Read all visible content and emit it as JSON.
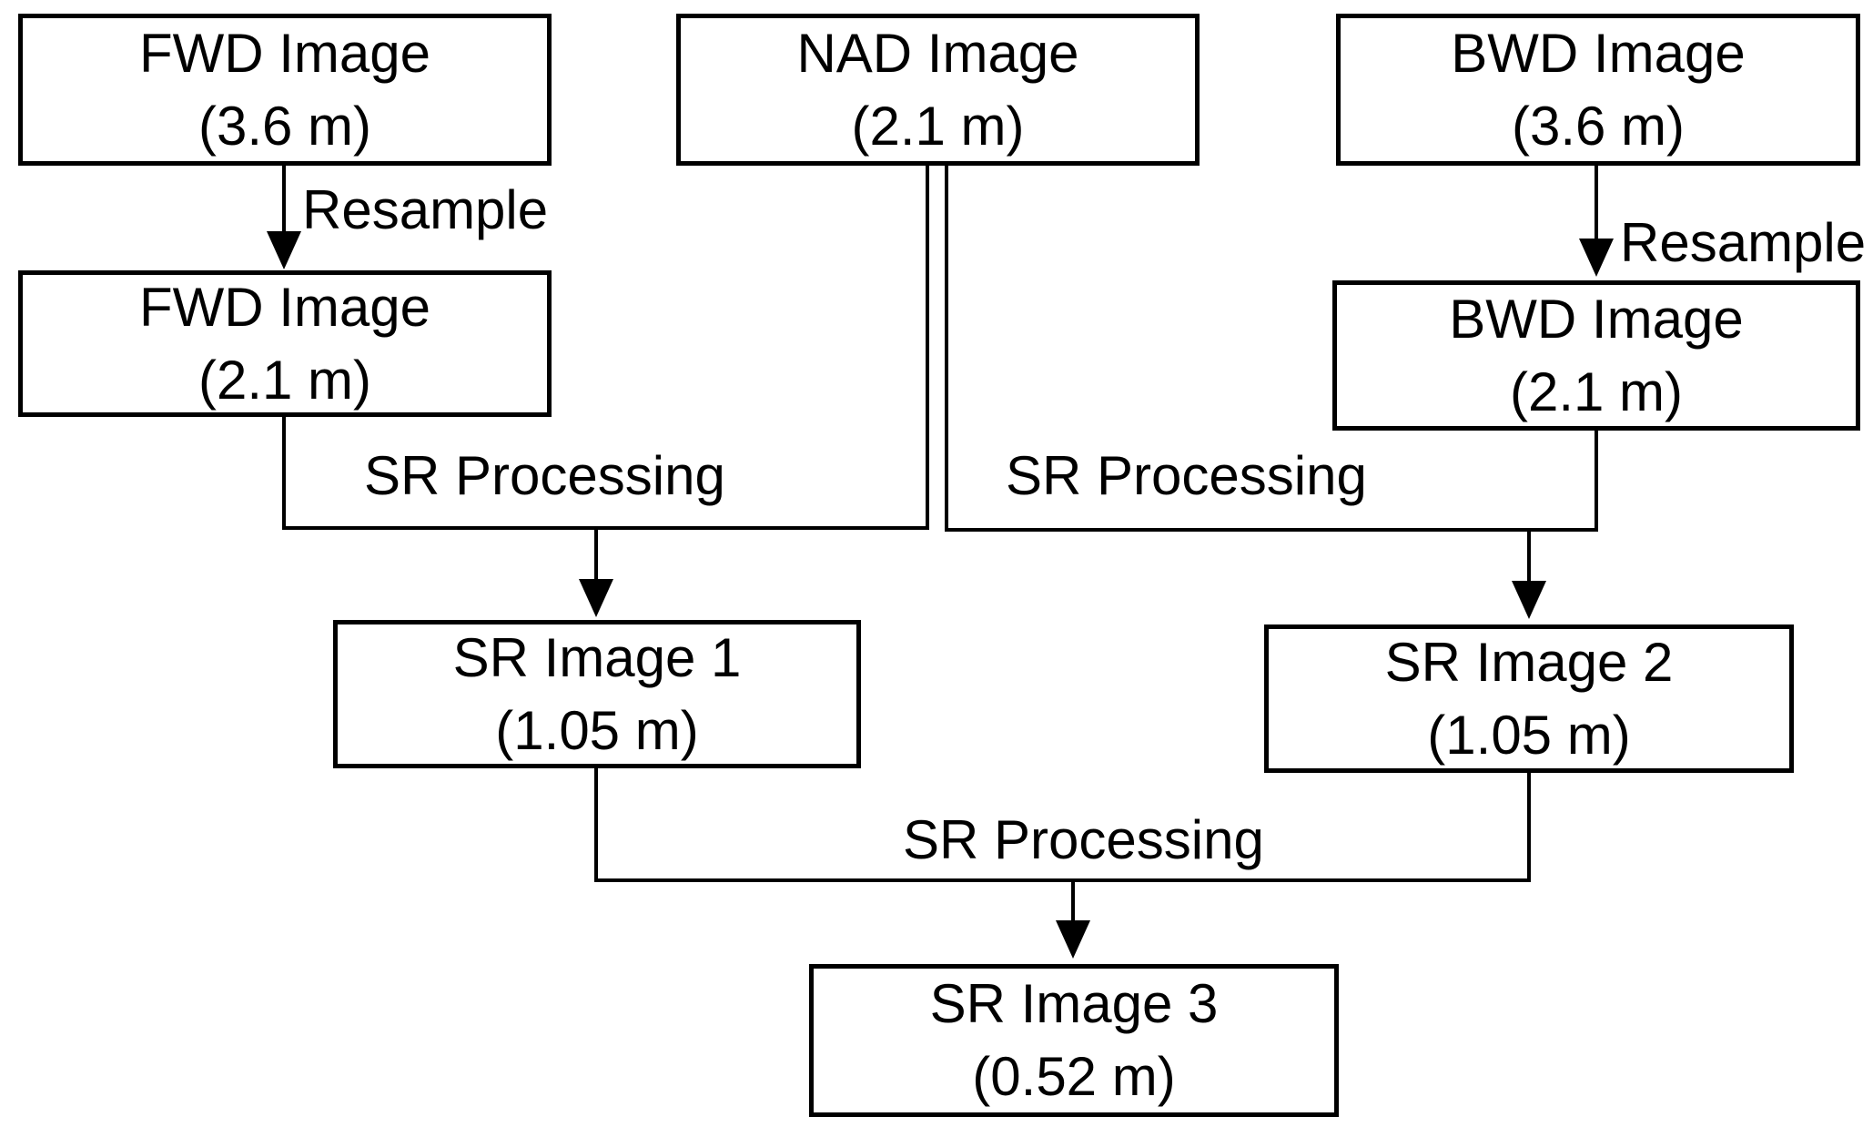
{
  "diagram": {
    "type": "flowchart",
    "background_color": "#ffffff",
    "line_color": "#000000",
    "text_color": "#000000"
  },
  "nodes": {
    "fwd_source": {
      "line1": "FWD Image",
      "line2": "(3.6 m)"
    },
    "nad_source": {
      "line1": "NAD Image",
      "line2": "(2.1 m)"
    },
    "bwd_source": {
      "line1": "BWD Image",
      "line2": "(3.6 m)"
    },
    "fwd_resampled": {
      "line1": "FWD Image",
      "line2": "(2.1 m)"
    },
    "bwd_resampled": {
      "line1": "BWD Image",
      "line2": "(2.1 m)"
    },
    "sr_image_1": {
      "line1": "SR Image 1",
      "line2": "(1.05 m)"
    },
    "sr_image_2": {
      "line1": "SR Image 2",
      "line2": "(1.05 m)"
    },
    "sr_image_3": {
      "line1": "SR Image 3",
      "line2": "(0.52 m)"
    }
  },
  "labels": {
    "resample_left": "Resample",
    "resample_right": "Resample",
    "sr_processing_left": "SR Processing",
    "sr_processing_right": "SR Processing",
    "sr_processing_bottom": "SR Processing"
  },
  "edges": [
    {
      "from": "fwd_source",
      "to": "fwd_resampled",
      "label": "Resample"
    },
    {
      "from": "bwd_source",
      "to": "bwd_resampled",
      "label": "Resample"
    },
    {
      "from": "fwd_resampled",
      "to": "sr_image_1",
      "label": "SR Processing"
    },
    {
      "from": "nad_source",
      "to": "sr_image_1",
      "label": "SR Processing"
    },
    {
      "from": "nad_source",
      "to": "sr_image_2",
      "label": "SR Processing"
    },
    {
      "from": "bwd_resampled",
      "to": "sr_image_2",
      "label": "SR Processing"
    },
    {
      "from": "sr_image_1",
      "to": "sr_image_3",
      "label": "SR Processing"
    },
    {
      "from": "sr_image_2",
      "to": "sr_image_3",
      "label": "SR Processing"
    }
  ]
}
